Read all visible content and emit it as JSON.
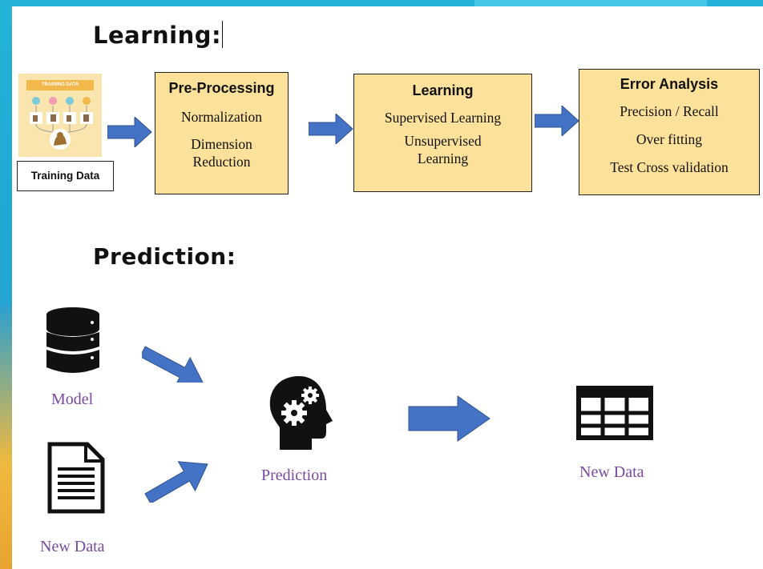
{
  "learning": {
    "heading": "Learning:",
    "training_data_label": "Training Data",
    "training_image_caption": "TRAINING DATA",
    "boxes": [
      {
        "title": "Pre-Processing",
        "items": [
          "Normalization",
          "Dimension Reduction"
        ]
      },
      {
        "title": "Learning",
        "items": [
          "Supervised Learning",
          "Unsupervised Learning"
        ]
      },
      {
        "title": "Error Analysis",
        "items": [
          "Precision / Recall",
          "Over fitting",
          "Test Cross validation"
        ]
      }
    ]
  },
  "prediction": {
    "heading": "Prediction:",
    "model_label": "Model",
    "new_data_input_label": "New Data",
    "prediction_label": "Prediction",
    "new_data_output_label": "New Data"
  },
  "colors": {
    "box_fill": "#fbe19a",
    "arrow": "#4472c4",
    "purple_text": "#7a4a9e"
  },
  "icons": [
    "database-icon",
    "document-icon",
    "head-gears-icon",
    "table-grid-icon"
  ]
}
